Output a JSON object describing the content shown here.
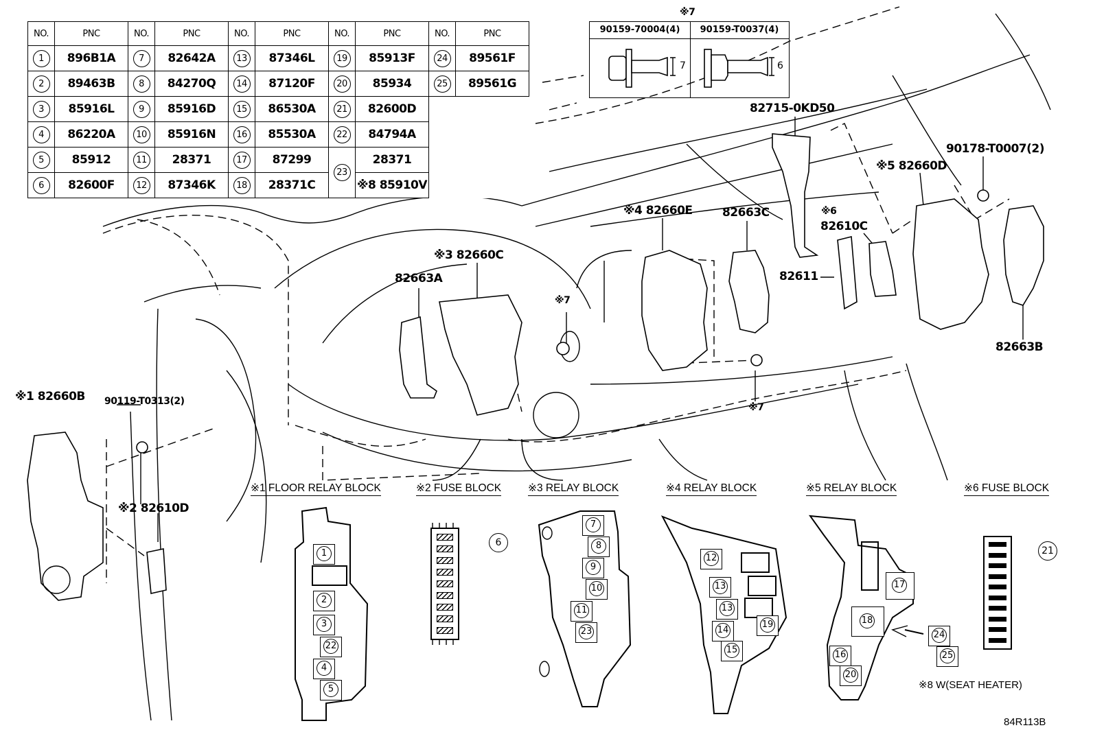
{
  "table": {
    "header_no": "NO.",
    "header_pnc": "PNC",
    "columns": [
      [
        {
          "no": "1",
          "pnc": "896B1A"
        },
        {
          "no": "2",
          "pnc": "89463B"
        },
        {
          "no": "3",
          "pnc": "85916L"
        },
        {
          "no": "4",
          "pnc": "86220A"
        },
        {
          "no": "5",
          "pnc": "85912"
        },
        {
          "no": "6",
          "pnc": "82600F"
        }
      ],
      [
        {
          "no": "7",
          "pnc": "82642A"
        },
        {
          "no": "8",
          "pnc": "84270Q"
        },
        {
          "no": "9",
          "pnc": "85916D"
        },
        {
          "no": "10",
          "pnc": "85916N"
        },
        {
          "no": "11",
          "pnc": "28371"
        },
        {
          "no": "12",
          "pnc": "87346K"
        }
      ],
      [
        {
          "no": "13",
          "pnc": "87346L"
        },
        {
          "no": "14",
          "pnc": "87120F"
        },
        {
          "no": "15",
          "pnc": "86530A"
        },
        {
          "no": "16",
          "pnc": "85530A"
        },
        {
          "no": "17",
          "pnc": "87299"
        },
        {
          "no": "18",
          "pnc": "28371C"
        }
      ],
      [
        {
          "no": "19",
          "pnc": "85913F"
        },
        {
          "no": "20",
          "pnc": "85934"
        },
        {
          "no": "21",
          "pnc": "82600D"
        },
        {
          "no": "22",
          "pnc": "84794A"
        },
        {
          "no": "23",
          "pnc": "28371"
        },
        {
          "no": "",
          "pnc": "※8 85910V"
        }
      ],
      [
        {
          "no": "24",
          "pnc": "89561F"
        },
        {
          "no": "25",
          "pnc": "89561G"
        }
      ]
    ]
  },
  "fasteners": {
    "mark": "※7",
    "left": {
      "part": "90159-70004(4)",
      "dim": "7"
    },
    "right": {
      "part": "90159-T0037(4)",
      "dim": "6"
    }
  },
  "labels": {
    "l_82715": "82715-0KD50",
    "l_90178": "90178-T0007(2)",
    "l_82660D": "※5 82660D",
    "l_82660E": "※4 82660E",
    "l_82663C": "82663C",
    "l_82610C_mark": "※6",
    "l_82610C": "82610C",
    "l_82611": "82611",
    "l_82660C": "※3 82660C",
    "l_82663A": "82663A",
    "l_star7_a": "※7",
    "l_star7_b": "※7",
    "l_82663B": "82663B",
    "l_82660B": "※1 82660B",
    "l_90119": "90119-T0313(2)",
    "l_82610D": "※2 82610D"
  },
  "blocks": {
    "b1": "※1 FLOOR RELAY BLOCK",
    "b2": "※2 FUSE BLOCK",
    "b3": "※3 RELAY BLOCK",
    "b4": "※4 RELAY BLOCK",
    "b5": "※5 RELAY BLOCK",
    "b6": "※6 FUSE BLOCK"
  },
  "positions_block1": [
    "1",
    "2",
    "3",
    "22",
    "4",
    "5"
  ],
  "positions_block3": [
    "7",
    "8",
    "9",
    "10",
    "11",
    "23"
  ],
  "positions_block4": [
    "12",
    "13",
    "13",
    "14",
    "15",
    "19"
  ],
  "positions_block5": [
    "17",
    "18",
    "16",
    "20",
    "24",
    "25"
  ],
  "callout_fuse2": "6",
  "callout_fuse6": "21",
  "footnote": "※8 W(SEAT HEATER)",
  "figure_code": "84R113B"
}
